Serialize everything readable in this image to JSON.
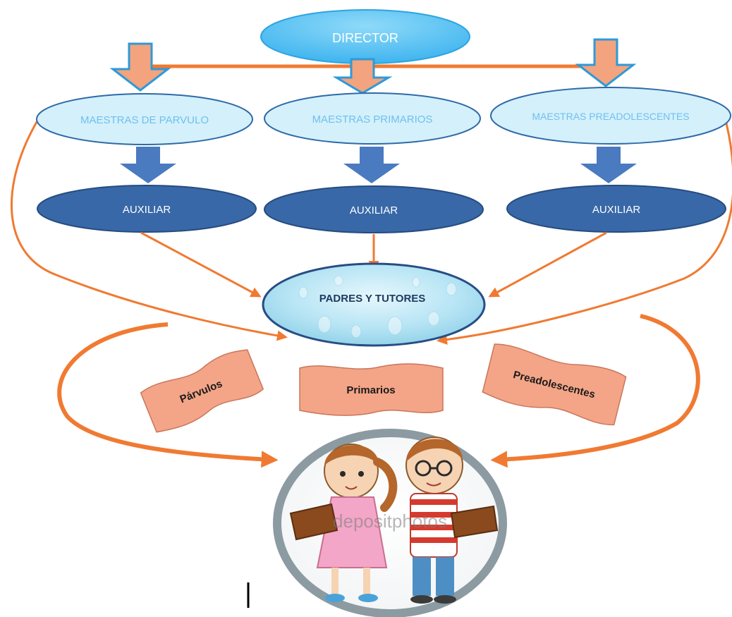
{
  "diagram": {
    "director": "DIRECTOR",
    "teachers": [
      {
        "label": "MAESTRAS DE PARVULO"
      },
      {
        "label": "MAESTRAS PRIMARIOS"
      },
      {
        "label": "MAESTRAS PREADOLESCENTES"
      }
    ],
    "auxiliaries": [
      {
        "label": "AUXILIAR"
      },
      {
        "label": "AUXILIAR"
      },
      {
        "label": "AUXILIAR"
      }
    ],
    "parents": "PADRES Y TUTORES",
    "groups": [
      {
        "label": "Párvulos"
      },
      {
        "label": "Primarios"
      },
      {
        "label": "Preadolescentes"
      }
    ],
    "watermark": "depositphotos"
  },
  "colors": {
    "director_fill": "#56c3f4",
    "teacher_fill": "#d4f0fb",
    "teacher_stroke": "#2e6aa8",
    "auxiliary_fill": "#3868a8",
    "down_arrow": "#4a7abf",
    "orange": "#f07a32",
    "orange_arrow_fill": "#f3a37d",
    "banner_fill": "#f4a587",
    "parents_fill": "#a6dcef",
    "children_ring": "#8c9aa2"
  },
  "icons": [
    "orange-down-arrow-icon",
    "blue-down-arrow-icon",
    "children-reading-illustration"
  ]
}
